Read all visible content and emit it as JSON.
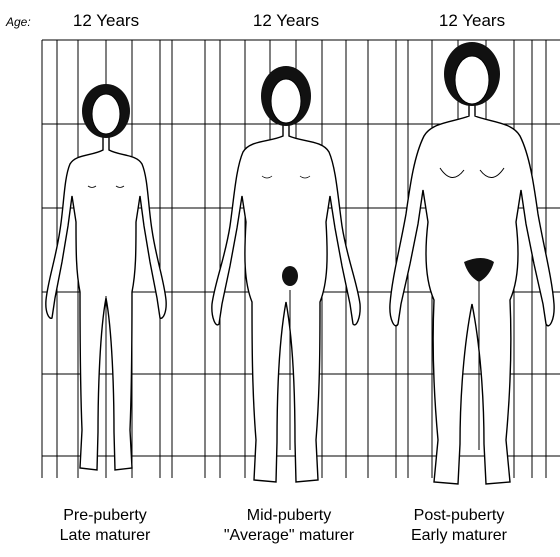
{
  "header": {
    "age_label": "Age:"
  },
  "figures": [
    {
      "age": "12 Years",
      "stage": "Pre-puberty",
      "maturer": "Late maturer"
    },
    {
      "age": "12 Years",
      "stage": "Mid-puberty",
      "maturer": "\"Average\" maturer"
    },
    {
      "age": "12 Years",
      "stage": "Post-puberty",
      "maturer": "Early maturer"
    }
  ],
  "colors": {
    "line": "#000000",
    "hair": "#111111",
    "background": "#ffffff"
  }
}
